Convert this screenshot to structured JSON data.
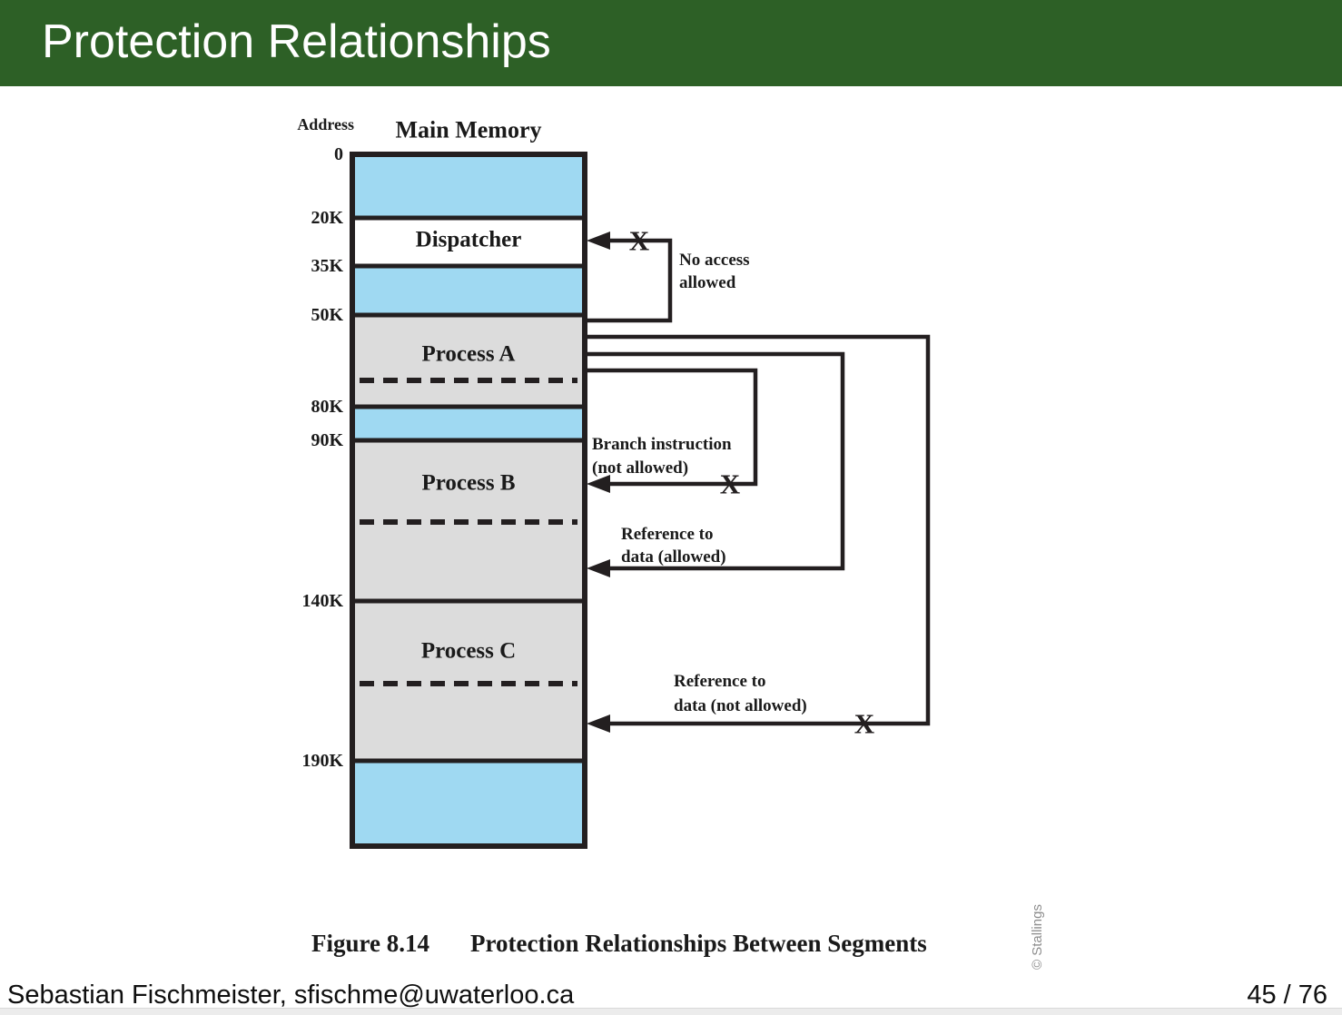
{
  "header": {
    "title": "Protection Relationships"
  },
  "footer": {
    "author": "Sebastian Fischmeister, sfischme@uwaterloo.ca",
    "page_indicator": "45 / 76"
  },
  "figure": {
    "address_column_title": "Address",
    "memory_title": "Main Memory",
    "addresses": [
      "0",
      "20K",
      "35K",
      "50K",
      "80K",
      "90K",
      "140K",
      "190K"
    ],
    "segments": {
      "dispatcher": "Dispatcher",
      "process_a": "Process A",
      "process_b": "Process B",
      "process_c": "Process C"
    },
    "annotations": {
      "no_access": [
        "No access",
        "allowed"
      ],
      "branch": [
        "Branch instruction",
        "(not allowed)"
      ],
      "ref_allowed": [
        "Reference to",
        "data (allowed)"
      ],
      "ref_not_allowed": [
        "Reference to",
        "data (not allowed)"
      ]
    },
    "x_mark": "X",
    "caption": {
      "prefix": "Figure 8.14",
      "text": "Protection Relationships Between Segments"
    },
    "credit": "© Stallings",
    "colors": {
      "header_green": "#2d6026",
      "segment_blue": "#9fd9f2",
      "segment_gray": "#dcdcdc",
      "line_black": "#231f20"
    }
  }
}
